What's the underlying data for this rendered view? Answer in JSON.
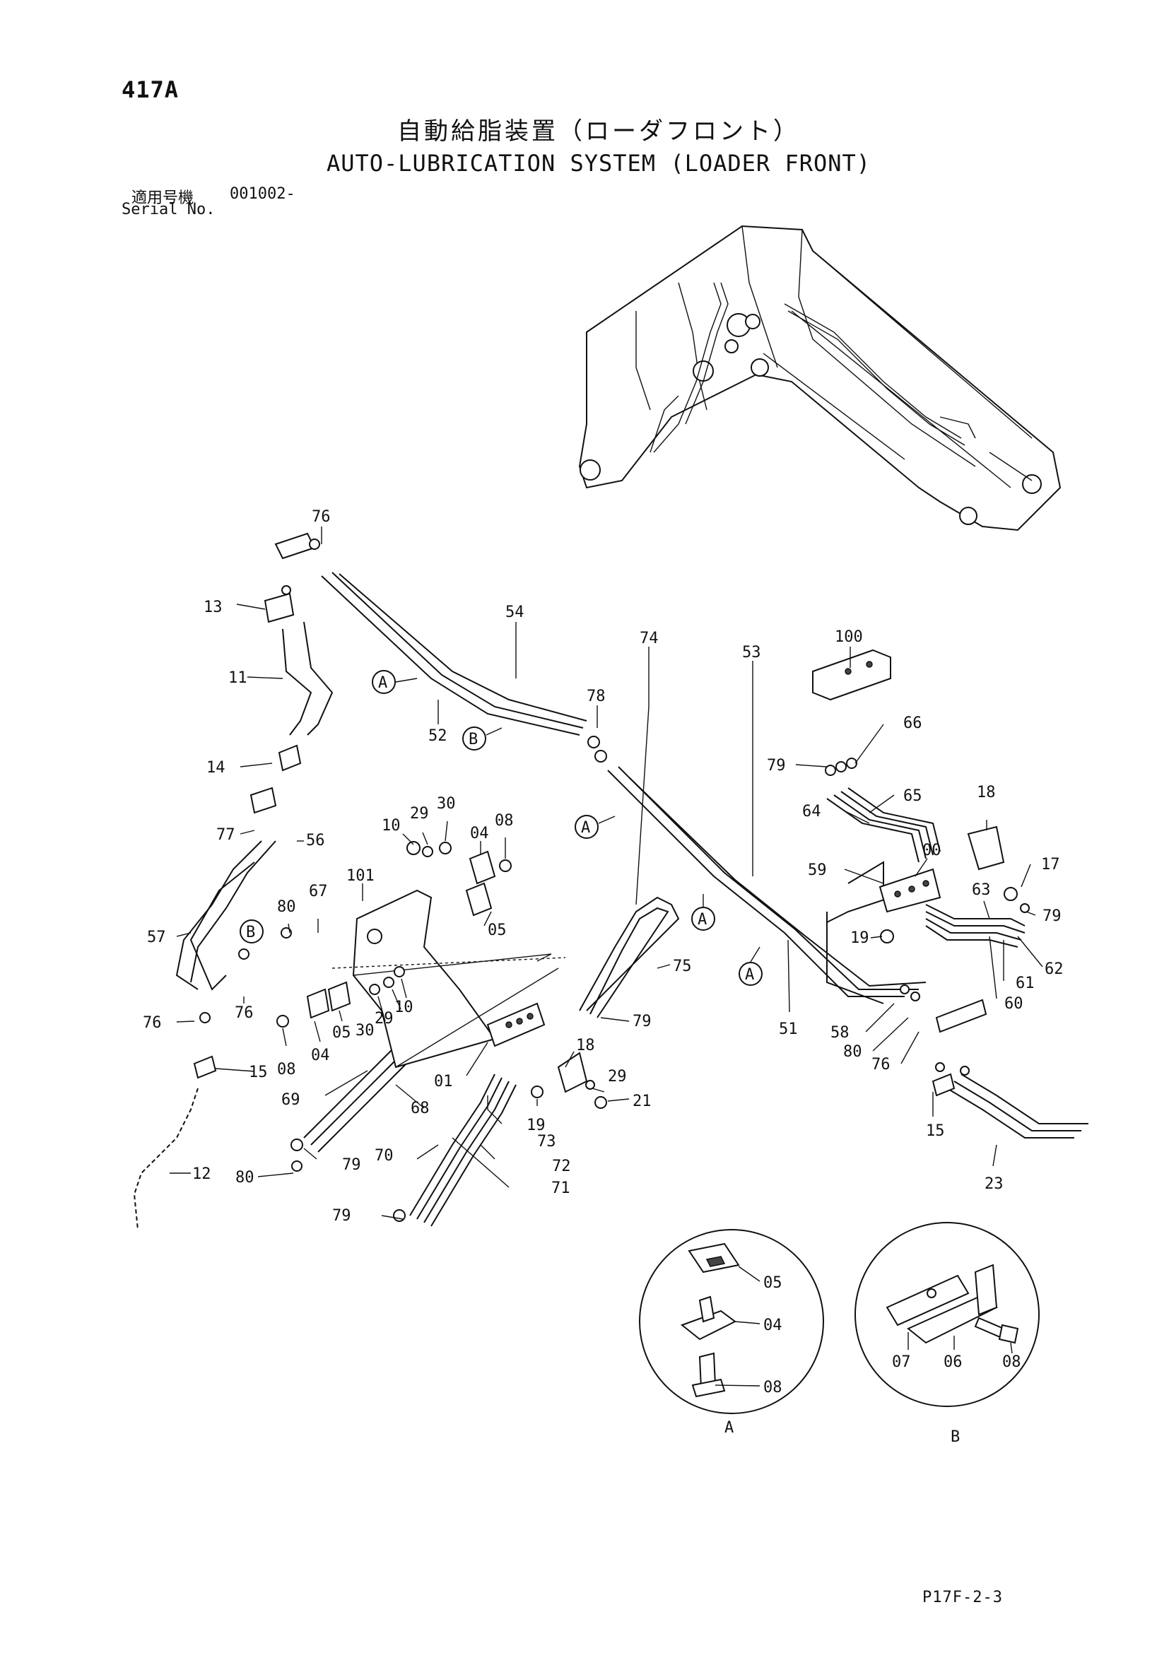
{
  "header": {
    "page_number": "417A",
    "title_japanese": "自動給脂装置（ローダフロント）",
    "title_english": "AUTO-LUBRICATION SYSTEM (LOADER FRONT)",
    "serial_label_japanese": "適用号機",
    "serial_value": "001002-",
    "serial_label_english": "Serial No."
  },
  "callouts": {
    "c76a": "76",
    "c13": "13",
    "c11": "11",
    "c14": "14",
    "c77": "77",
    "c56": "56",
    "c57": "57",
    "c80a": "80",
    "c67": "67",
    "c76b": "76",
    "c76c": "76",
    "c15a": "15",
    "c12": "12",
    "c54": "54",
    "c52": "52",
    "c78": "78",
    "c10a": "10",
    "c29a": "29",
    "c30a": "30",
    "c04a": "04",
    "c08a": "08",
    "c101": "101",
    "c05a": "05",
    "c05b": "05",
    "c30b": "30",
    "c29b": "29",
    "c10b": "10",
    "c08b": "08",
    "c04b": "04",
    "c74": "74",
    "c53": "53",
    "c75": "75",
    "c79a": "79",
    "c18a": "18",
    "c29c": "29",
    "c21": "21",
    "c01": "01",
    "c19a": "19",
    "c73": "73",
    "c69": "69",
    "c68": "68",
    "c70": "70",
    "c72": "72",
    "c71": "71",
    "c80b": "80",
    "c79b": "79",
    "c79c": "79",
    "c51": "51",
    "c100": "100",
    "c66": "66",
    "c79d": "79",
    "c65": "65",
    "c64": "64",
    "c18b": "18",
    "c00": "00",
    "c59": "59",
    "c17": "17",
    "c63": "63",
    "c79e": "79",
    "c19b": "19",
    "c62": "62",
    "c61": "61",
    "c60": "60",
    "c58": "58",
    "c80c": "80",
    "c76d": "76",
    "c15b": "15",
    "c23": "23",
    "refA1": "A",
    "refA2": "A",
    "refA3": "A",
    "refA4": "A",
    "refB1": "B",
    "refB2": "B"
  },
  "detail_A": {
    "label": "A",
    "parts": [
      "05",
      "04",
      "08"
    ]
  },
  "detail_B": {
    "label": "B",
    "parts": [
      "07",
      "06",
      "08"
    ]
  },
  "footer": {
    "drawing_code": "P17F-2-3"
  }
}
